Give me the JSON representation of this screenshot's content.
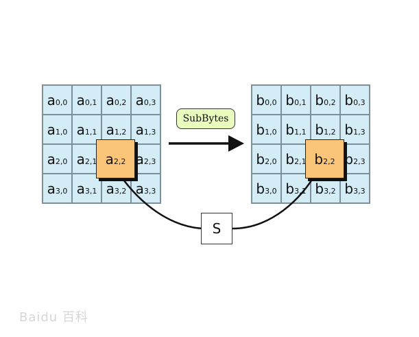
{
  "operation_label": "SubBytes",
  "sbox_label": "S",
  "matrix_a": {
    "letter": "a",
    "rows": [
      [
        "0,0",
        "0,1",
        "0,2",
        "0,3"
      ],
      [
        "1,0",
        "1,1",
        "1,2",
        "1,3"
      ],
      [
        "2,0",
        "2,1",
        "2,2",
        "2,3"
      ],
      [
        "3,0",
        "3,1",
        "3,2",
        "3,3"
      ]
    ]
  },
  "matrix_b": {
    "letter": "b",
    "rows": [
      [
        "0,0",
        "0,1",
        "0,2",
        "0,3"
      ],
      [
        "1,0",
        "1,1",
        "1,2",
        "1,3"
      ],
      [
        "2,0",
        "2,1",
        "2,2",
        "2,3"
      ],
      [
        "3,0",
        "3,1",
        "3,2",
        "3,3"
      ]
    ]
  },
  "highlight_a": {
    "letter": "a",
    "index": "2,2"
  },
  "highlight_b": {
    "letter": "b",
    "index": "2,2"
  },
  "colors": {
    "cell_fill": "#d3ecf5",
    "highlight_fill": "#fac479",
    "label_fill": "#e9fbbd"
  },
  "watermark": "Baidu 百科"
}
